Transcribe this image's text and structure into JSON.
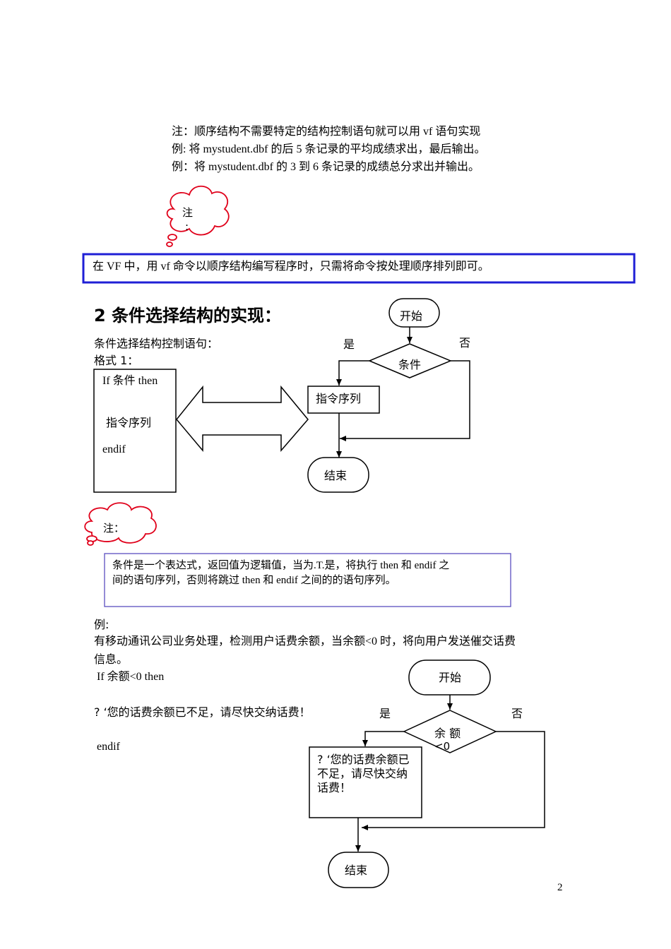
{
  "intro": {
    "line1": "注：顺序结构不需要特定的结构控制语句就可以用 vf 语句实现",
    "line2": "例: 将 mystudent.dbf 的后 5 条记录的平均成绩求出，最后输出。",
    "line3": "例：将 mystudent.dbf 的 3 到 6 条记录的成绩总分求出并输出。"
  },
  "note1": {
    "cloud_label": "注",
    "cloud_colon": ":"
  },
  "highlight_box": {
    "text": "在 VF 中，用 vf 命令以顺序结构编写程序时，只需将命令按处理顺序排列即可。"
  },
  "section2": {
    "title": "2 条件选择结构的实现：",
    "subtitle": "条件选择结构控制语句：",
    "format_label": "格式 1：",
    "code_box": {
      "line1": "If 条件 then",
      "line2": "指令序列",
      "line3": "endif"
    }
  },
  "flow1": {
    "start": "开始",
    "condition": "条件",
    "yes": "是",
    "no": "否",
    "process": "指令序列",
    "end": "结束"
  },
  "note2": {
    "cloud_label": "注：",
    "box_line1": "条件是一个表达式，返回值为逻辑值，当为.T.是，将执行 then 和  endif 之",
    "box_line2": "间的语句序列，否则将跳过 then 和 endif 之间的的语句序列。"
  },
  "example2": {
    "label": "例:",
    "desc_line1": "有移动通讯公司业务处理，检测用户话费余额，当余额<0 时，将向用户发送催交话费",
    "desc_line2": "信息。",
    "code1": "If  余额<0 then",
    "code2": "? ‘您的话费余额已不足，请尽快交纳话费！",
    "code3": "endif"
  },
  "flow2": {
    "start": "开始",
    "condition_line1": "余 额",
    "condition_line2": "<0",
    "yes": "是",
    "no": "否",
    "process_line1": "? ‘您的话费余额已",
    "process_line2": "不足，请尽快交纳",
    "process_line3": "话费！",
    "end": "结束"
  },
  "page_number": "2",
  "colors": {
    "highlight_border": "#1f1fd6",
    "note_box_border": "#5a4fc0",
    "cloud_stroke": "#e0001a"
  }
}
